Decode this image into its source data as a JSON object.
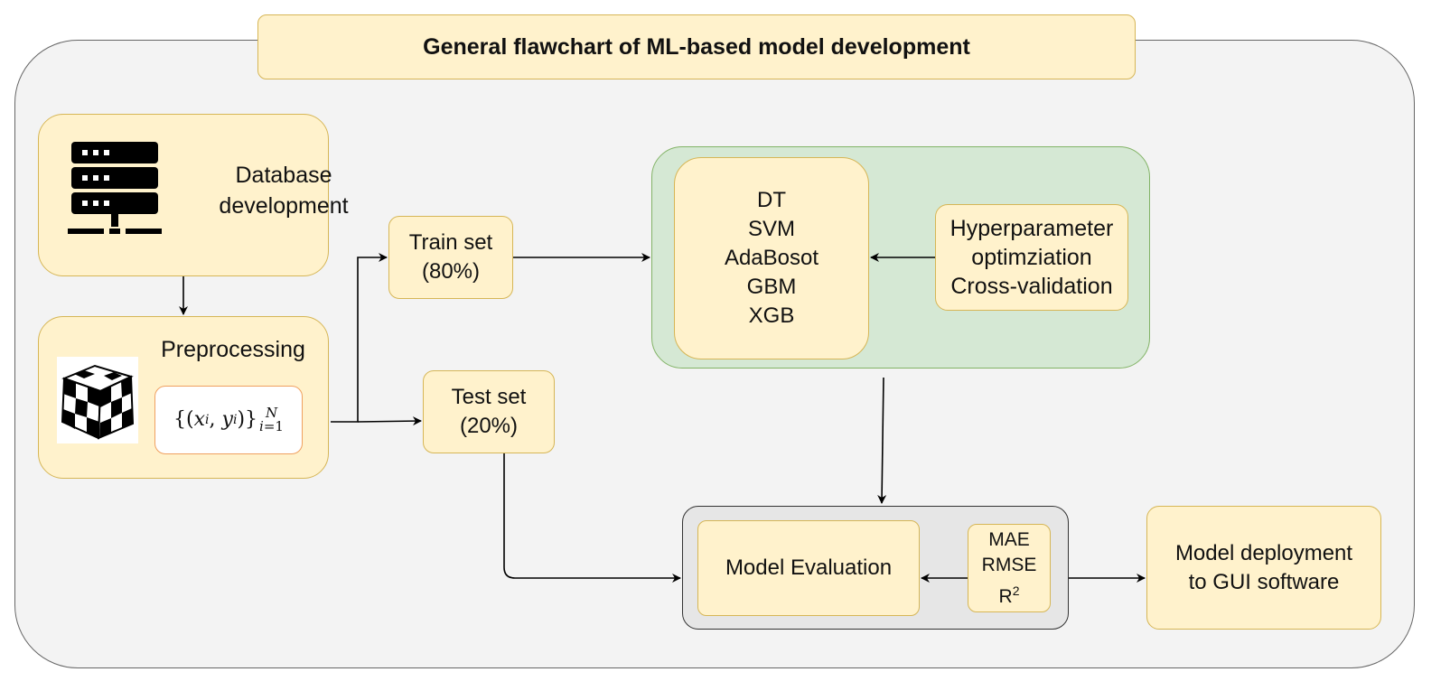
{
  "title": "General flawchart of ML-based model development",
  "database": {
    "label_line1": "Database",
    "label_line2": "development"
  },
  "preprocessing": {
    "label": "Preprocessing"
  },
  "train_set": {
    "line1": "Train set",
    "line2": "(80%)"
  },
  "test_set": {
    "line1": "Test set",
    "line2": "(20%)"
  },
  "models": [
    "DT",
    "SVM",
    "AdaBosot",
    "GBM",
    "XGB"
  ],
  "hyperparameter": {
    "line1": "Hyperparameter",
    "line2": "optimziation",
    "line3": "Cross-validation"
  },
  "evaluation": {
    "label": "Model Evaluation"
  },
  "metrics": {
    "mae": "MAE",
    "rmse": "RMSE",
    "r": "R",
    "r_sup": "2"
  },
  "deployment": {
    "line1": "Model deployment",
    "line2": "to GUI software"
  },
  "colors": {
    "box_fill": "#fff2cc",
    "box_border": "#d6b656",
    "green_fill": "#d5e8d4",
    "green_border": "#82b366",
    "outer_fill": "#f3f3f3"
  },
  "icons": [
    "server-icon",
    "rubiks-cube-icon"
  ]
}
